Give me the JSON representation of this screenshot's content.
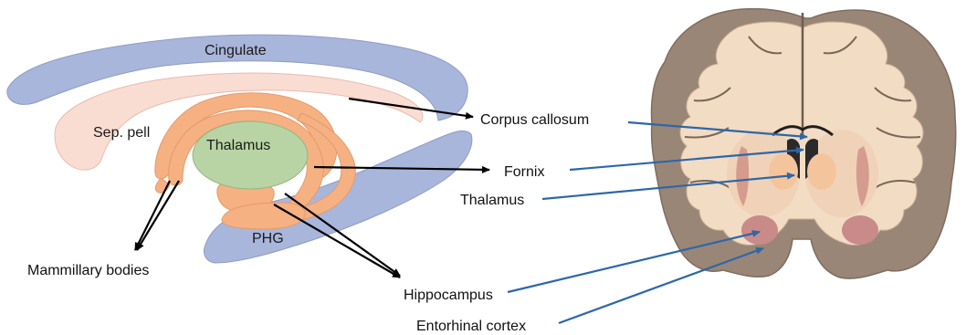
{
  "left_diagram": {
    "labels": {
      "cingulate": "Cingulate",
      "sep_pell": "Sep. pell",
      "thalamus": "Thalamus",
      "phg": "PHG",
      "mammillary": "Mammillary bodies"
    }
  },
  "center_labels": {
    "corpus_callosum": "Corpus callosum",
    "fornix": "Fornix",
    "thalamus": "Thalamus",
    "hippocampus": "Hippocampus",
    "entorhinal": "Entorhinal cortex"
  },
  "colors": {
    "cingulate_blue": "#a9b6db",
    "corpus_pink": "#f9dcd2",
    "fornix_orange": "#f6b183",
    "thalamus_green": "#b8d4a4",
    "arrow_black": "#000000",
    "arrow_blue": "#2d67a8",
    "cortex_gray": "#9a8676",
    "white_matter": "#f3dcc4"
  }
}
